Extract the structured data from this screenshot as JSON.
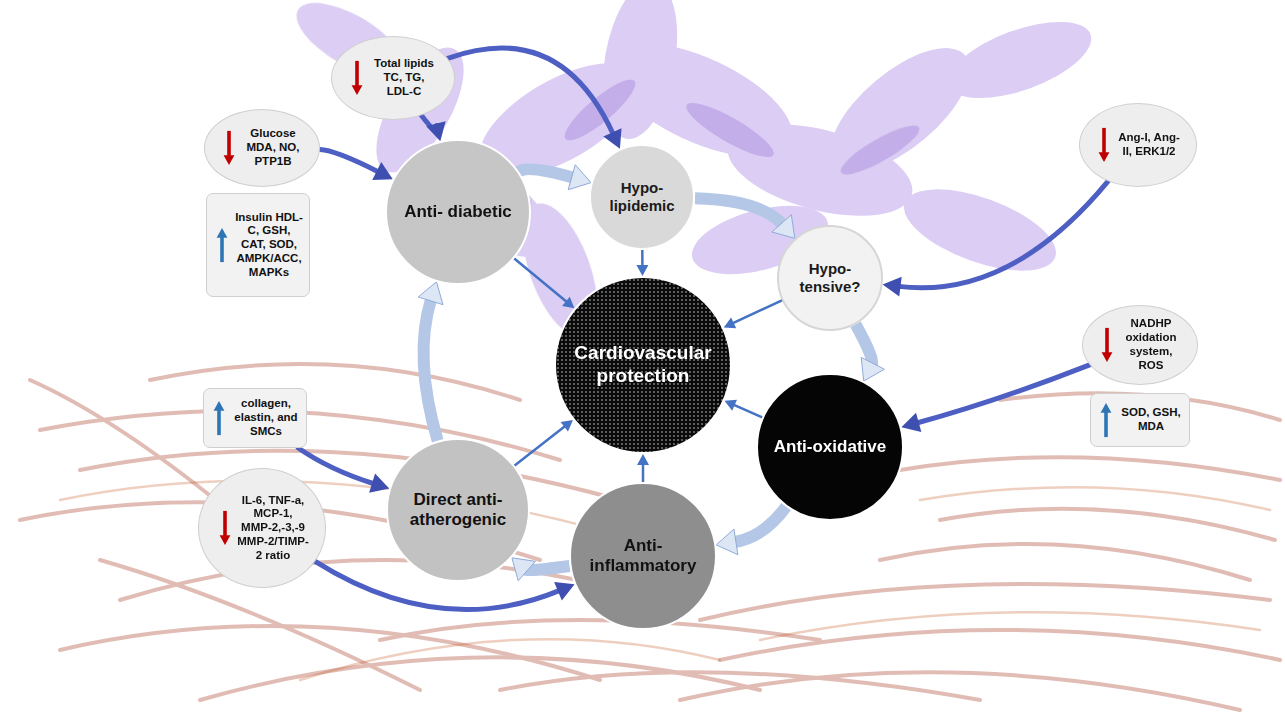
{
  "diagram": {
    "nodes": [
      {
        "text": [
          "Cardiovascular protection"
        ]
      },
      {
        "text": [
          "Hypo- lipidemic"
        ]
      },
      {
        "text": [
          "Hypo- tensive?"
        ]
      },
      {
        "text": [
          "Anti-oxidative"
        ]
      },
      {
        "text": [
          "Anti- inflammatory"
        ]
      },
      {
        "text": [
          "Direct anti- atherogenic"
        ]
      },
      {
        "text": [
          "Anti- diabetic"
        ]
      },
      {
        "text": [
          "Total lipids TC, TG, LDL-C"
        ]
      },
      {
        "text": [
          "Glucose MDA, NO, PTP1B"
        ]
      },
      {
        "text": [
          "Insulin HDL-C, GSH, CAT, SOD, AMPK/ACC, MAPKs"
        ]
      },
      {
        "text": [
          "Ang-I, Ang-II, ERK1/2"
        ]
      },
      {
        "text": [
          "NADHP oxidation system, ROS"
        ]
      },
      {
        "text": [
          "SOD, GSH, MDA"
        ]
      },
      {
        "text": [
          "IL-6, TNF-a, MCP-1, MMP-2,-3,-9 MMP-2/TIMP-2 ratio"
        ]
      },
      {
        "text": [
          "collagen, elastin, and SMCs"
        ]
      }
    ],
    "edges": [
      {
        "from": 1,
        "to": 2,
        "arrow": "to"
      },
      {
        "from": 2,
        "to": 3,
        "arrow": "to"
      },
      {
        "from": 3,
        "to": 4,
        "arrow": "to"
      },
      {
        "from": 4,
        "to": 5,
        "arrow": "to"
      },
      {
        "from": 5,
        "to": 6,
        "arrow": "to"
      },
      {
        "from": 6,
        "to": 1,
        "arrow": "to"
      },
      {
        "from": 1,
        "to": 0,
        "arrow": "to"
      },
      {
        "from": 2,
        "to": 0,
        "arrow": "to"
      },
      {
        "from": 3,
        "to": 0,
        "arrow": "to"
      },
      {
        "from": 4,
        "to": 0,
        "arrow": "to"
      },
      {
        "from": 5,
        "to": 0,
        "arrow": "to"
      },
      {
        "from": 6,
        "to": 0,
        "arrow": "to"
      },
      {
        "from": 7,
        "to": 1,
        "arrow": "to"
      },
      {
        "from": 7,
        "to": 6,
        "arrow": "to"
      },
      {
        "from": 8,
        "to": 6,
        "arrow": "to"
      },
      {
        "from": 10,
        "to": 2,
        "arrow": "to"
      },
      {
        "from": 11,
        "to": 3,
        "arrow": "to"
      },
      {
        "from": 13,
        "to": 4,
        "arrow": "to"
      },
      {
        "from": 14,
        "to": 5,
        "arrow": "to"
      }
    ]
  }
}
